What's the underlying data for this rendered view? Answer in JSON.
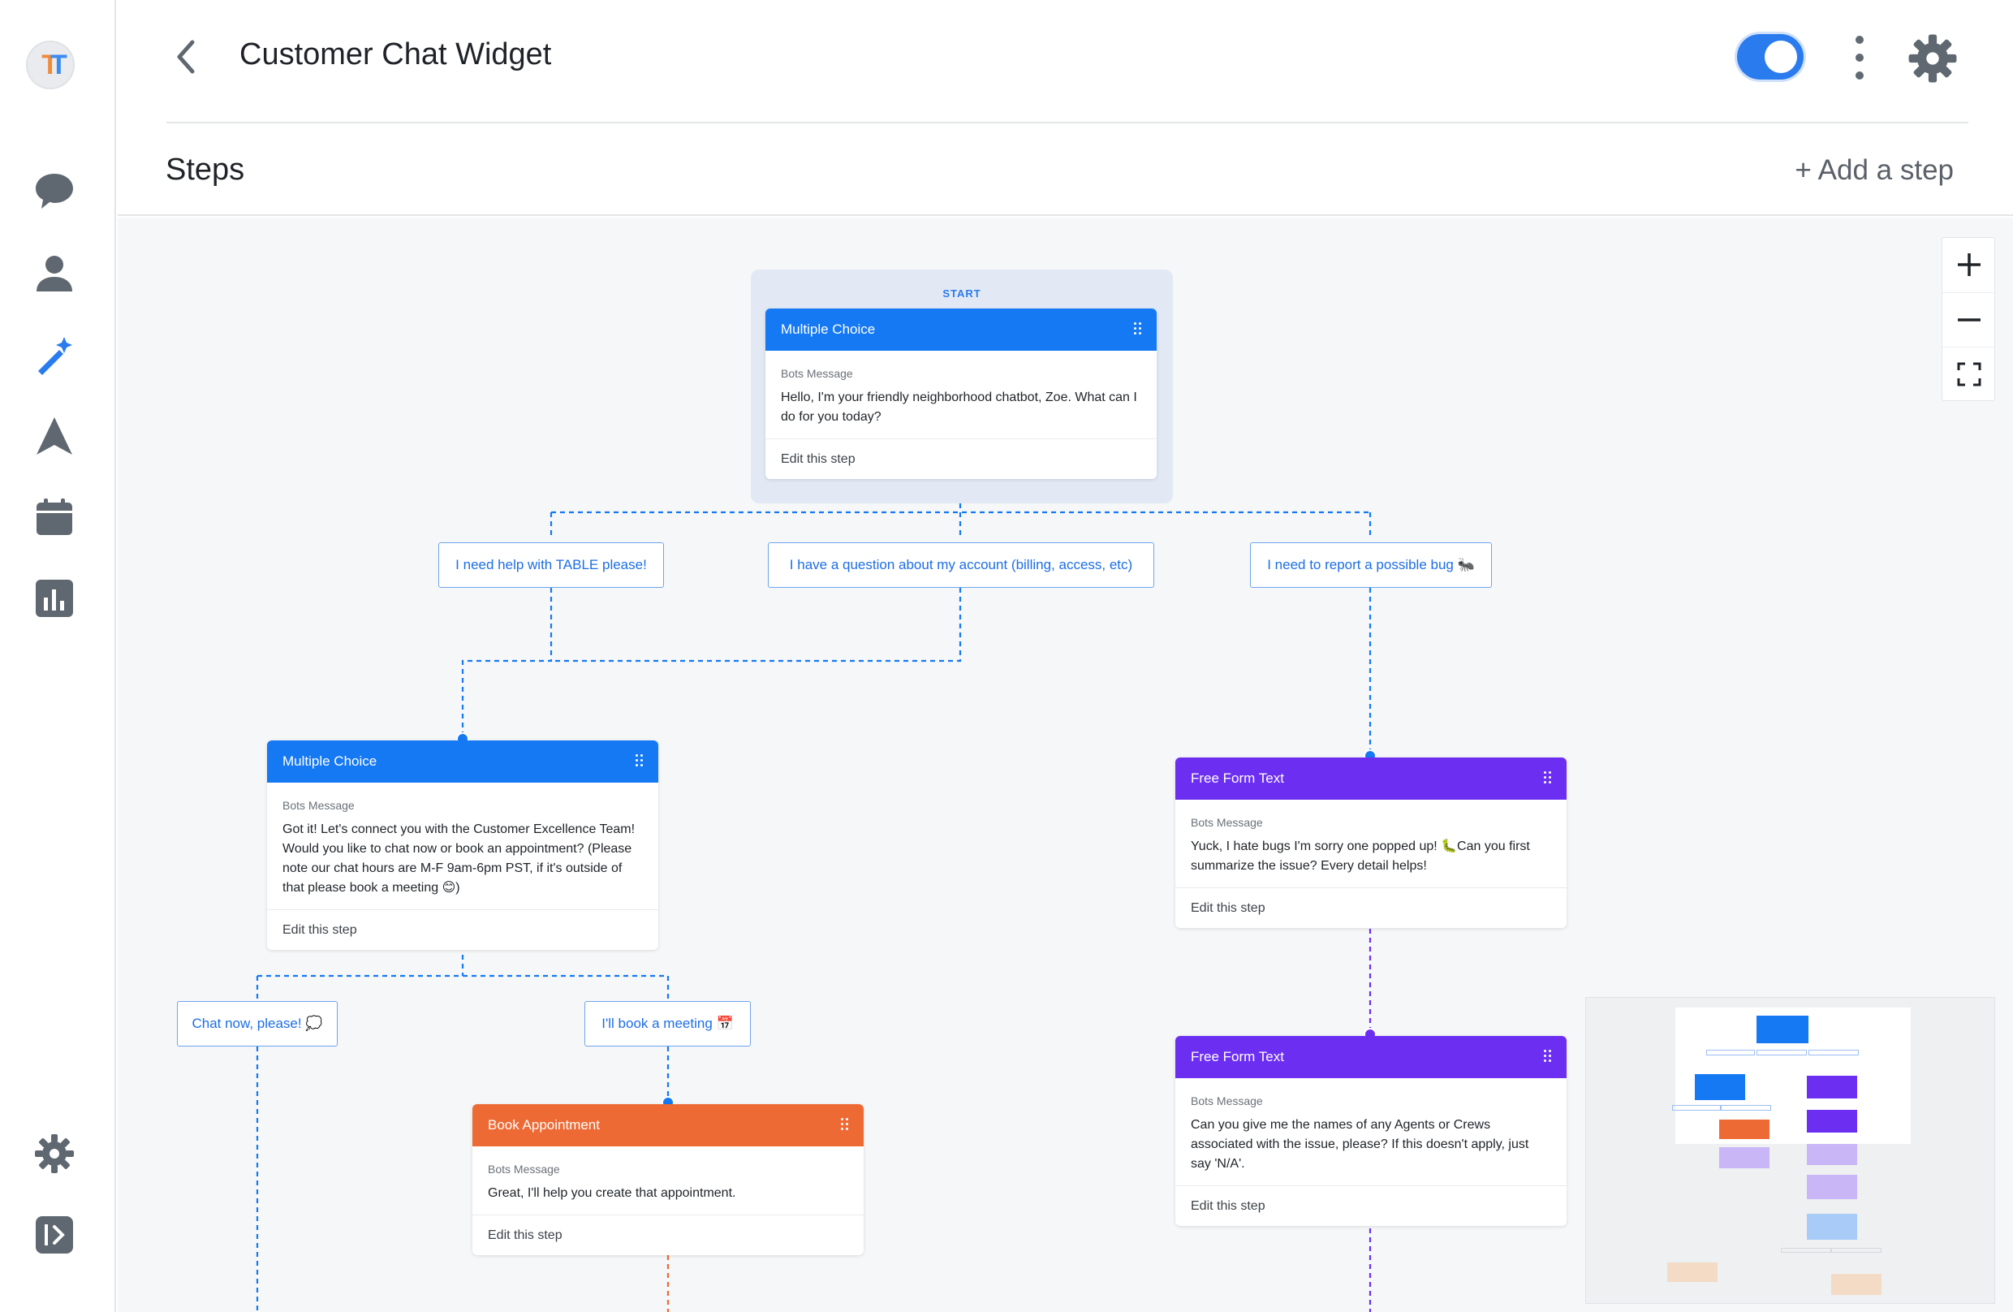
{
  "header": {
    "title": "Customer Chat Widget",
    "steps_title": "Steps",
    "add_step_label": "+ Add a step"
  },
  "sidebar": {
    "items": [
      "chat-bubble-icon",
      "person-icon",
      "magic-wand-icon",
      "navigation-arrow-icon",
      "calendar-icon",
      "bar-chart-icon"
    ],
    "bottom": [
      "gear-icon",
      "collapse-sidebar-icon"
    ]
  },
  "flow": {
    "start_label": "START",
    "cards": [
      {
        "type": "Multiple Choice",
        "sub": "Bots Message",
        "message": "Hello, I'm your friendly neighborhood chatbot, Zoe. What can I do for you today?",
        "edit": "Edit this step"
      },
      {
        "type": "Multiple Choice",
        "sub": "Bots Message",
        "message": "Got it! Let's connect you with the Customer Excellence Team! Would you like to chat now or book an appointment? (Please note our chat hours are M-F 9am-6pm PST, if it's outside of that please book a meeting 😊)",
        "edit": "Edit this step"
      },
      {
        "type": "Free Form Text",
        "sub": "Bots Message",
        "message": "Yuck, I hate bugs I'm sorry one popped up! 🐛Can you first summarize the issue? Every detail helps!",
        "edit": "Edit this step"
      },
      {
        "type": "Free Form Text",
        "sub": "Bots Message",
        "message": "Can you give me the names of any Agents or Crews associated with the issue, please? If this doesn't apply, just say 'N/A'.",
        "edit": "Edit this step"
      },
      {
        "type": "Book Appointment",
        "sub": "Bots Message",
        "message": "Great, I'll help you create that appointment.",
        "edit": "Edit this step"
      }
    ],
    "choices": [
      "I need help with TABLE please!",
      "I have a question about my account (billing, access, etc)",
      "I need to report a possible bug 🐜",
      "Chat now, please! 💭",
      "I'll book a meeting 📅"
    ]
  },
  "colors": {
    "accent_blue": "#1579f4",
    "purple": "#6c2ff2",
    "orange": "#ee6a34",
    "toggle_on": "#2a7bee"
  },
  "toggle": {
    "enabled": true
  }
}
